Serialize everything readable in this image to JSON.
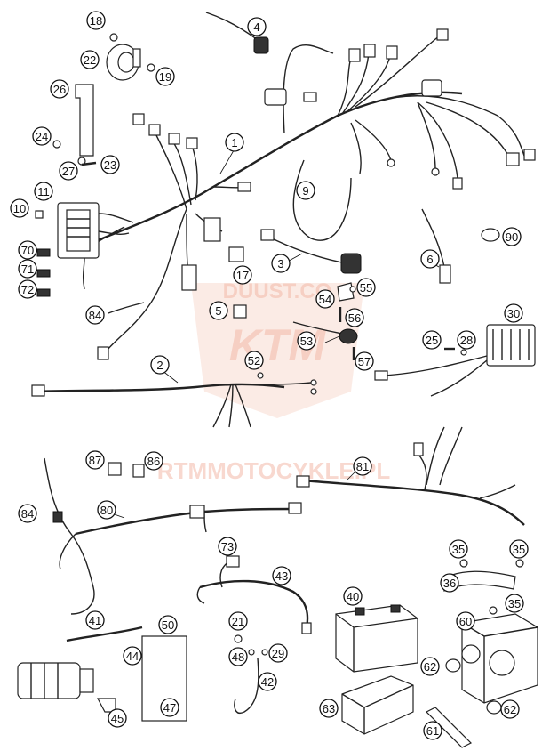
{
  "callouts": [
    {
      "id": "c18",
      "label": "18"
    },
    {
      "id": "c22",
      "label": "22"
    },
    {
      "id": "c19",
      "label": "19"
    },
    {
      "id": "c4",
      "label": "4"
    },
    {
      "id": "c26",
      "label": "26"
    },
    {
      "id": "c1",
      "label": "1"
    },
    {
      "id": "c24",
      "label": "24"
    },
    {
      "id": "c27",
      "label": "27"
    },
    {
      "id": "c23",
      "label": "23"
    },
    {
      "id": "c11",
      "label": "11"
    },
    {
      "id": "c10",
      "label": "10"
    },
    {
      "id": "c9",
      "label": "9"
    },
    {
      "id": "c90",
      "label": "90"
    },
    {
      "id": "c70",
      "label": "70"
    },
    {
      "id": "c71",
      "label": "71"
    },
    {
      "id": "c72",
      "label": "72"
    },
    {
      "id": "c3",
      "label": "3"
    },
    {
      "id": "c6",
      "label": "6"
    },
    {
      "id": "c17",
      "label": "17"
    },
    {
      "id": "c54",
      "label": "54"
    },
    {
      "id": "c55",
      "label": "55"
    },
    {
      "id": "c5",
      "label": "5"
    },
    {
      "id": "c56",
      "label": "56"
    },
    {
      "id": "c84a",
      "label": "84"
    },
    {
      "id": "c30",
      "label": "30"
    },
    {
      "id": "c53",
      "label": "53"
    },
    {
      "id": "c25",
      "label": "25"
    },
    {
      "id": "c28",
      "label": "28"
    },
    {
      "id": "c57",
      "label": "57"
    },
    {
      "id": "c2",
      "label": "2"
    },
    {
      "id": "c52",
      "label": "52"
    },
    {
      "id": "c87",
      "label": "87"
    },
    {
      "id": "c86",
      "label": "86"
    },
    {
      "id": "c81",
      "label": "81"
    },
    {
      "id": "c84b",
      "label": "84"
    },
    {
      "id": "c80",
      "label": "80"
    },
    {
      "id": "c73",
      "label": "73"
    },
    {
      "id": "c35a",
      "label": "35"
    },
    {
      "id": "c35b",
      "label": "35"
    },
    {
      "id": "c43",
      "label": "43"
    },
    {
      "id": "c36",
      "label": "36"
    },
    {
      "id": "c40",
      "label": "40"
    },
    {
      "id": "c35c",
      "label": "35"
    },
    {
      "id": "c41",
      "label": "41"
    },
    {
      "id": "c50",
      "label": "50"
    },
    {
      "id": "c21",
      "label": "21"
    },
    {
      "id": "c60",
      "label": "60"
    },
    {
      "id": "c44",
      "label": "44"
    },
    {
      "id": "c48",
      "label": "48"
    },
    {
      "id": "c29",
      "label": "29"
    },
    {
      "id": "c62a",
      "label": "62"
    },
    {
      "id": "c42",
      "label": "42"
    },
    {
      "id": "c47",
      "label": "47"
    },
    {
      "id": "c45",
      "label": "45"
    },
    {
      "id": "c63",
      "label": "63"
    },
    {
      "id": "c62b",
      "label": "62"
    },
    {
      "id": "c61",
      "label": "61"
    }
  ],
  "watermark": {
    "line1": "DUUST.CO",
    "line2": "KTM",
    "line3": "RTMMOTOCYKLE.PL"
  }
}
